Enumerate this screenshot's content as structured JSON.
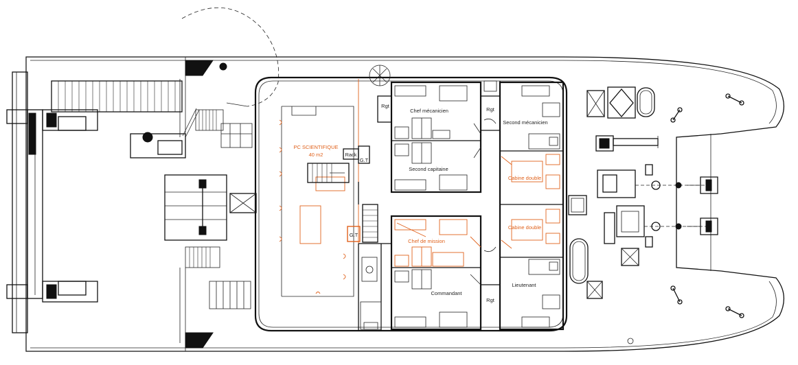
{
  "labels": {
    "pc_scientifique": "PC SCIENTIFIQUE",
    "pc_area": "40 m2",
    "rack": "Rack",
    "gt_upper": "G.T",
    "gt_lower": "G.T",
    "rgt_1": "Rgt",
    "rgt_2": "Rgt",
    "rgt_3": "Rgt",
    "chef_mecanicien": "Chef mécanicien",
    "second_capitaine": "Second capitaine",
    "second_mecanicien": "Second mécanicien",
    "cabine_double_1": "Cabine double",
    "cabine_double_2": "Cabine double",
    "chef_de_mission": "Chef de mission",
    "commandant": "Commandant",
    "lieutenant": "Lieutenant"
  },
  "colors": {
    "line": "#111111",
    "accent": "#e0621c"
  }
}
